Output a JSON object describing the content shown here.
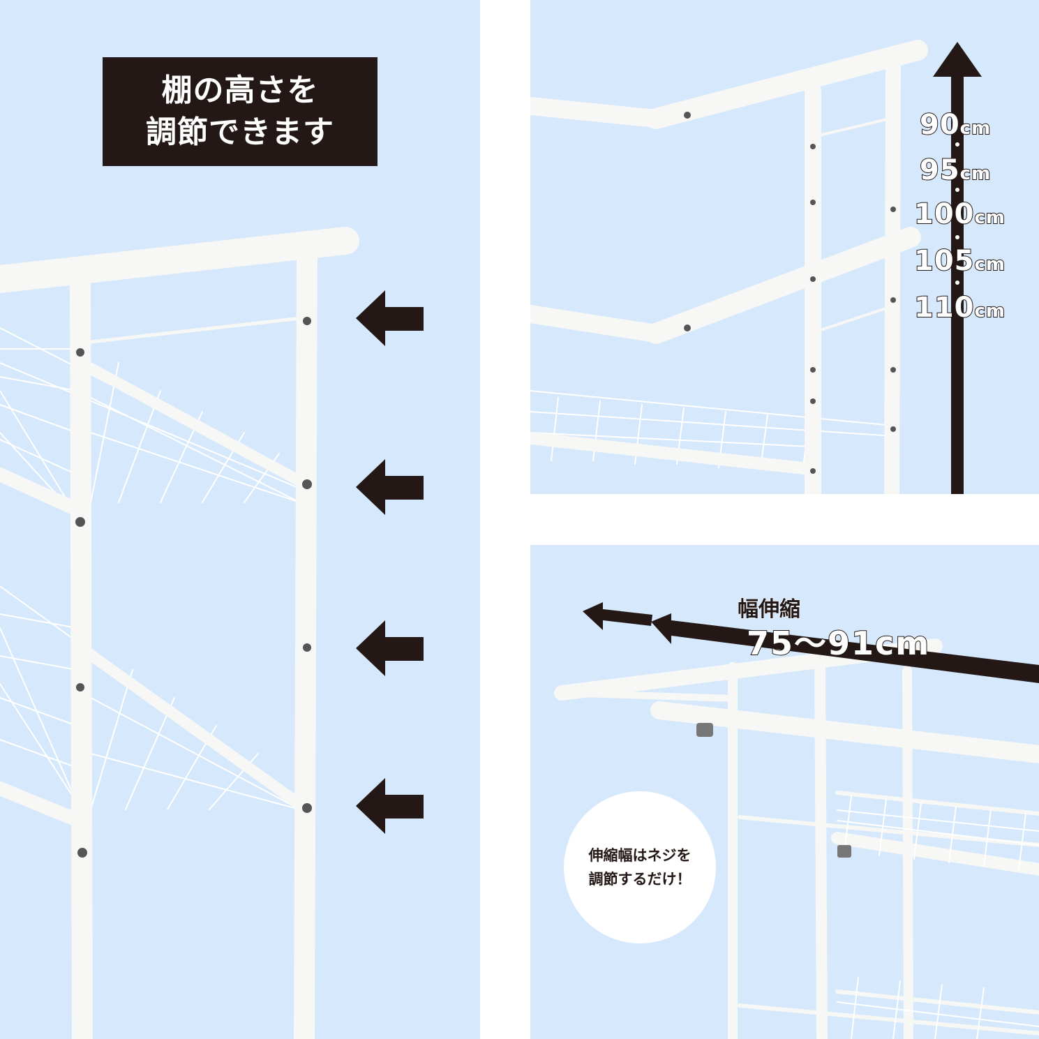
{
  "left_panel": {
    "title_line1": "棚の高さを",
    "title_line2": "調節できます",
    "arrow_icon": "arrow-left-icon",
    "arrow_count": 4
  },
  "top_right_panel": {
    "heights": [
      {
        "value": "90",
        "unit": "cm"
      },
      {
        "value": "95",
        "unit": "cm"
      },
      {
        "value": "100",
        "unit": "cm"
      },
      {
        "value": "105",
        "unit": "cm"
      },
      {
        "value": "110",
        "unit": "cm"
      }
    ],
    "arrow_icon": "arrow-up-icon"
  },
  "bottom_right_panel": {
    "width_title": "幅伸縮",
    "width_range": "75～91cm",
    "bubble_line1": "伸縮幅はネジを",
    "bubble_line2": "調節するだけ！"
  },
  "colors": {
    "panel_bg": "#d6e8fb",
    "dark": "#231815",
    "frame": "#f7f7f5"
  }
}
